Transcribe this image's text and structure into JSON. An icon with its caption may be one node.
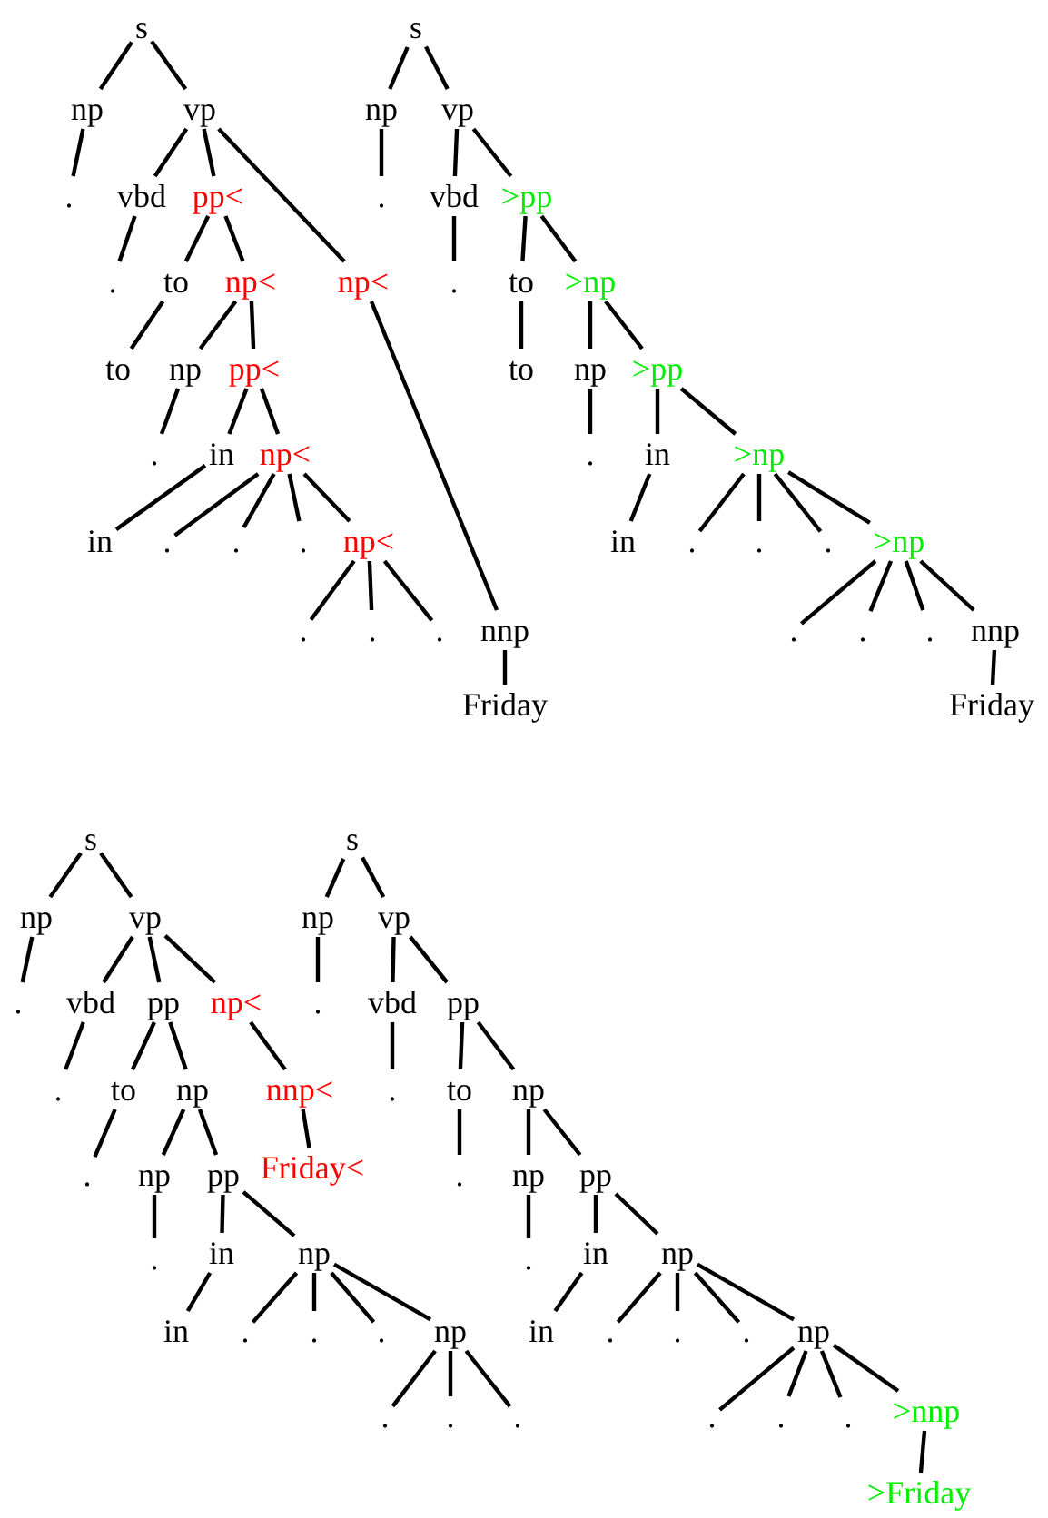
{
  "diagram": {
    "nodes": [
      {
        "text": [
          "s"
        ]
      },
      {
        "text": [
          "np"
        ]
      },
      {
        "text": [
          "vp"
        ]
      },
      {
        "text": [
          "."
        ]
      },
      {
        "text": [
          "vbd"
        ]
      },
      {
        "text": [
          "pp<"
        ]
      },
      {
        "text": [
          "np<"
        ]
      },
      {
        "text": [
          "."
        ]
      },
      {
        "text": [
          "to"
        ]
      },
      {
        "text": [
          "np<"
        ]
      },
      {
        "text": [
          "to"
        ]
      },
      {
        "text": [
          "np"
        ]
      },
      {
        "text": [
          "pp<"
        ]
      },
      {
        "text": [
          "."
        ]
      },
      {
        "text": [
          "in"
        ]
      },
      {
        "text": [
          "np<"
        ]
      },
      {
        "text": [
          "in"
        ]
      },
      {
        "text": [
          "."
        ]
      },
      {
        "text": [
          "."
        ]
      },
      {
        "text": [
          "."
        ]
      },
      {
        "text": [
          "np<"
        ]
      },
      {
        "text": [
          "."
        ]
      },
      {
        "text": [
          "."
        ]
      },
      {
        "text": [
          "."
        ]
      },
      {
        "text": [
          "nnp"
        ]
      },
      {
        "text": [
          "Friday"
        ]
      },
      {
        "text": [
          "s"
        ]
      },
      {
        "text": [
          "np"
        ]
      },
      {
        "text": [
          "vp"
        ]
      },
      {
        "text": [
          "."
        ]
      },
      {
        "text": [
          "vbd"
        ]
      },
      {
        "text": [
          ">pp"
        ]
      },
      {
        "text": [
          "."
        ]
      },
      {
        "text": [
          "to"
        ]
      },
      {
        "text": [
          ">np"
        ]
      },
      {
        "text": [
          "to"
        ]
      },
      {
        "text": [
          "np"
        ]
      },
      {
        "text": [
          ">pp"
        ]
      },
      {
        "text": [
          "."
        ]
      },
      {
        "text": [
          "in"
        ]
      },
      {
        "text": [
          ">np"
        ]
      },
      {
        "text": [
          "in"
        ]
      },
      {
        "text": [
          "."
        ]
      },
      {
        "text": [
          "."
        ]
      },
      {
        "text": [
          "."
        ]
      },
      {
        "text": [
          ">np"
        ]
      },
      {
        "text": [
          "."
        ]
      },
      {
        "text": [
          "."
        ]
      },
      {
        "text": [
          "."
        ]
      },
      {
        "text": [
          "nnp"
        ]
      },
      {
        "text": [
          "Friday"
        ]
      },
      {
        "text": [
          "s"
        ]
      },
      {
        "text": [
          "np"
        ]
      },
      {
        "text": [
          "vp"
        ]
      },
      {
        "text": [
          "."
        ]
      },
      {
        "text": [
          "vbd"
        ]
      },
      {
        "text": [
          "pp"
        ]
      },
      {
        "text": [
          "np<"
        ]
      },
      {
        "text": [
          "."
        ]
      },
      {
        "text": [
          "to"
        ]
      },
      {
        "text": [
          "np"
        ]
      },
      {
        "text": [
          "nnp<"
        ]
      },
      {
        "text": [
          "."
        ]
      },
      {
        "text": [
          "np"
        ]
      },
      {
        "text": [
          "pp"
        ]
      },
      {
        "text": [
          "Friday<"
        ]
      },
      {
        "text": [
          "."
        ]
      },
      {
        "text": [
          "in"
        ]
      },
      {
        "text": [
          "np"
        ]
      },
      {
        "text": [
          "in"
        ]
      },
      {
        "text": [
          "."
        ]
      },
      {
        "text": [
          "."
        ]
      },
      {
        "text": [
          "."
        ]
      },
      {
        "text": [
          "np"
        ]
      },
      {
        "text": [
          "."
        ]
      },
      {
        "text": [
          "."
        ]
      },
      {
        "text": [
          "."
        ]
      },
      {
        "text": [
          "s"
        ]
      },
      {
        "text": [
          "np"
        ]
      },
      {
        "text": [
          "vp"
        ]
      },
      {
        "text": [
          "."
        ]
      },
      {
        "text": [
          "vbd"
        ]
      },
      {
        "text": [
          "pp"
        ]
      },
      {
        "text": [
          "."
        ]
      },
      {
        "text": [
          "to"
        ]
      },
      {
        "text": [
          "np"
        ]
      },
      {
        "text": [
          "."
        ]
      },
      {
        "text": [
          "np"
        ]
      },
      {
        "text": [
          "pp"
        ]
      },
      {
        "text": [
          "."
        ]
      },
      {
        "text": [
          "in"
        ]
      },
      {
        "text": [
          "np"
        ]
      },
      {
        "text": [
          "in"
        ]
      },
      {
        "text": [
          "."
        ]
      },
      {
        "text": [
          "."
        ]
      },
      {
        "text": [
          "."
        ]
      },
      {
        "text": [
          "np"
        ]
      },
      {
        "text": [
          "."
        ]
      },
      {
        "text": [
          "."
        ]
      },
      {
        "text": [
          "."
        ]
      },
      {
        "text": [
          ">nnp"
        ]
      },
      {
        "text": [
          ">Friday"
        ]
      }
    ],
    "edges": [
      {
        "from": 0,
        "to": 1,
        "arrow": "none"
      },
      {
        "from": 0,
        "to": 2,
        "arrow": "none"
      },
      {
        "from": 1,
        "to": 3,
        "arrow": "none"
      },
      {
        "from": 2,
        "to": 4,
        "arrow": "none"
      },
      {
        "from": 2,
        "to": 5,
        "arrow": "none"
      },
      {
        "from": 2,
        "to": 6,
        "arrow": "none"
      },
      {
        "from": 4,
        "to": 7,
        "arrow": "none"
      },
      {
        "from": 5,
        "to": 8,
        "arrow": "none"
      },
      {
        "from": 5,
        "to": 9,
        "arrow": "none"
      },
      {
        "from": 8,
        "to": 10,
        "arrow": "none"
      },
      {
        "from": 9,
        "to": 11,
        "arrow": "none"
      },
      {
        "from": 9,
        "to": 12,
        "arrow": "none"
      },
      {
        "from": 11,
        "to": 13,
        "arrow": "none"
      },
      {
        "from": 12,
        "to": 14,
        "arrow": "none"
      },
      {
        "from": 12,
        "to": 15,
        "arrow": "none"
      },
      {
        "from": 14,
        "to": 16,
        "arrow": "none"
      },
      {
        "from": 15,
        "to": 17,
        "arrow": "none"
      },
      {
        "from": 15,
        "to": 18,
        "arrow": "none"
      },
      {
        "from": 15,
        "to": 19,
        "arrow": "none"
      },
      {
        "from": 15,
        "to": 20,
        "arrow": "none"
      },
      {
        "from": 20,
        "to": 21,
        "arrow": "none"
      },
      {
        "from": 20,
        "to": 22,
        "arrow": "none"
      },
      {
        "from": 20,
        "to": 23,
        "arrow": "none"
      },
      {
        "from": 6,
        "to": 24,
        "arrow": "none"
      },
      {
        "from": 24,
        "to": 25,
        "arrow": "none"
      },
      {
        "from": 26,
        "to": 27,
        "arrow": "none"
      },
      {
        "from": 26,
        "to": 28,
        "arrow": "none"
      },
      {
        "from": 27,
        "to": 29,
        "arrow": "none"
      },
      {
        "from": 28,
        "to": 30,
        "arrow": "none"
      },
      {
        "from": 28,
        "to": 31,
        "arrow": "none"
      },
      {
        "from": 30,
        "to": 32,
        "arrow": "none"
      },
      {
        "from": 31,
        "to": 33,
        "arrow": "none"
      },
      {
        "from": 31,
        "to": 34,
        "arrow": "none"
      },
      {
        "from": 33,
        "to": 35,
        "arrow": "none"
      },
      {
        "from": 34,
        "to": 36,
        "arrow": "none"
      },
      {
        "from": 34,
        "to": 37,
        "arrow": "none"
      },
      {
        "from": 36,
        "to": 38,
        "arrow": "none"
      },
      {
        "from": 37,
        "to": 39,
        "arrow": "none"
      },
      {
        "from": 37,
        "to": 40,
        "arrow": "none"
      },
      {
        "from": 39,
        "to": 41,
        "arrow": "none"
      },
      {
        "from": 40,
        "to": 42,
        "arrow": "none"
      },
      {
        "from": 40,
        "to": 43,
        "arrow": "none"
      },
      {
        "from": 40,
        "to": 44,
        "arrow": "none"
      },
      {
        "from": 40,
        "to": 45,
        "arrow": "none"
      },
      {
        "from": 45,
        "to": 46,
        "arrow": "none"
      },
      {
        "from": 45,
        "to": 47,
        "arrow": "none"
      },
      {
        "from": 45,
        "to": 48,
        "arrow": "none"
      },
      {
        "from": 45,
        "to": 49,
        "arrow": "none"
      },
      {
        "from": 49,
        "to": 50,
        "arrow": "none"
      },
      {
        "from": 51,
        "to": 52,
        "arrow": "none"
      },
      {
        "from": 51,
        "to": 53,
        "arrow": "none"
      },
      {
        "from": 52,
        "to": 54,
        "arrow": "none"
      },
      {
        "from": 53,
        "to": 55,
        "arrow": "none"
      },
      {
        "from": 53,
        "to": 56,
        "arrow": "none"
      },
      {
        "from": 53,
        "to": 57,
        "arrow": "none"
      },
      {
        "from": 55,
        "to": 58,
        "arrow": "none"
      },
      {
        "from": 56,
        "to": 59,
        "arrow": "none"
      },
      {
        "from": 56,
        "to": 60,
        "arrow": "none"
      },
      {
        "from": 57,
        "to": 61,
        "arrow": "none"
      },
      {
        "from": 59,
        "to": 62,
        "arrow": "none"
      },
      {
        "from": 60,
        "to": 63,
        "arrow": "none"
      },
      {
        "from": 60,
        "to": 64,
        "arrow": "none"
      },
      {
        "from": 61,
        "to": 65,
        "arrow": "none"
      },
      {
        "from": 63,
        "to": 66,
        "arrow": "none"
      },
      {
        "from": 64,
        "to": 67,
        "arrow": "none"
      },
      {
        "from": 64,
        "to": 68,
        "arrow": "none"
      },
      {
        "from": 67,
        "to": 69,
        "arrow": "none"
      },
      {
        "from": 68,
        "to": 70,
        "arrow": "none"
      },
      {
        "from": 68,
        "to": 71,
        "arrow": "none"
      },
      {
        "from": 68,
        "to": 72,
        "arrow": "none"
      },
      {
        "from": 68,
        "to": 73,
        "arrow": "none"
      },
      {
        "from": 73,
        "to": 74,
        "arrow": "none"
      },
      {
        "from": 73,
        "to": 75,
        "arrow": "none"
      },
      {
        "from": 73,
        "to": 76,
        "arrow": "none"
      },
      {
        "from": 77,
        "to": 78,
        "arrow": "none"
      },
      {
        "from": 77,
        "to": 79,
        "arrow": "none"
      },
      {
        "from": 78,
        "to": 80,
        "arrow": "none"
      },
      {
        "from": 79,
        "to": 81,
        "arrow": "none"
      },
      {
        "from": 79,
        "to": 82,
        "arrow": "none"
      },
      {
        "from": 81,
        "to": 83,
        "arrow": "none"
      },
      {
        "from": 82,
        "to": 84,
        "arrow": "none"
      },
      {
        "from": 82,
        "to": 85,
        "arrow": "none"
      },
      {
        "from": 84,
        "to": 86,
        "arrow": "none"
      },
      {
        "from": 85,
        "to": 87,
        "arrow": "none"
      },
      {
        "from": 85,
        "to": 88,
        "arrow": "none"
      },
      {
        "from": 87,
        "to": 89,
        "arrow": "none"
      },
      {
        "from": 88,
        "to": 90,
        "arrow": "none"
      },
      {
        "from": 88,
        "to": 91,
        "arrow": "none"
      },
      {
        "from": 90,
        "to": 92,
        "arrow": "none"
      },
      {
        "from": 91,
        "to": 93,
        "arrow": "none"
      },
      {
        "from": 91,
        "to": 94,
        "arrow": "none"
      },
      {
        "from": 91,
        "to": 95,
        "arrow": "none"
      },
      {
        "from": 91,
        "to": 96,
        "arrow": "none"
      },
      {
        "from": 96,
        "to": 97,
        "arrow": "none"
      },
      {
        "from": 96,
        "to": 98,
        "arrow": "none"
      },
      {
        "from": 96,
        "to": 99,
        "arrow": "none"
      },
      {
        "from": 96,
        "to": 100,
        "arrow": "none"
      },
      {
        "from": 100,
        "to": 101,
        "arrow": "none"
      }
    ]
  }
}
